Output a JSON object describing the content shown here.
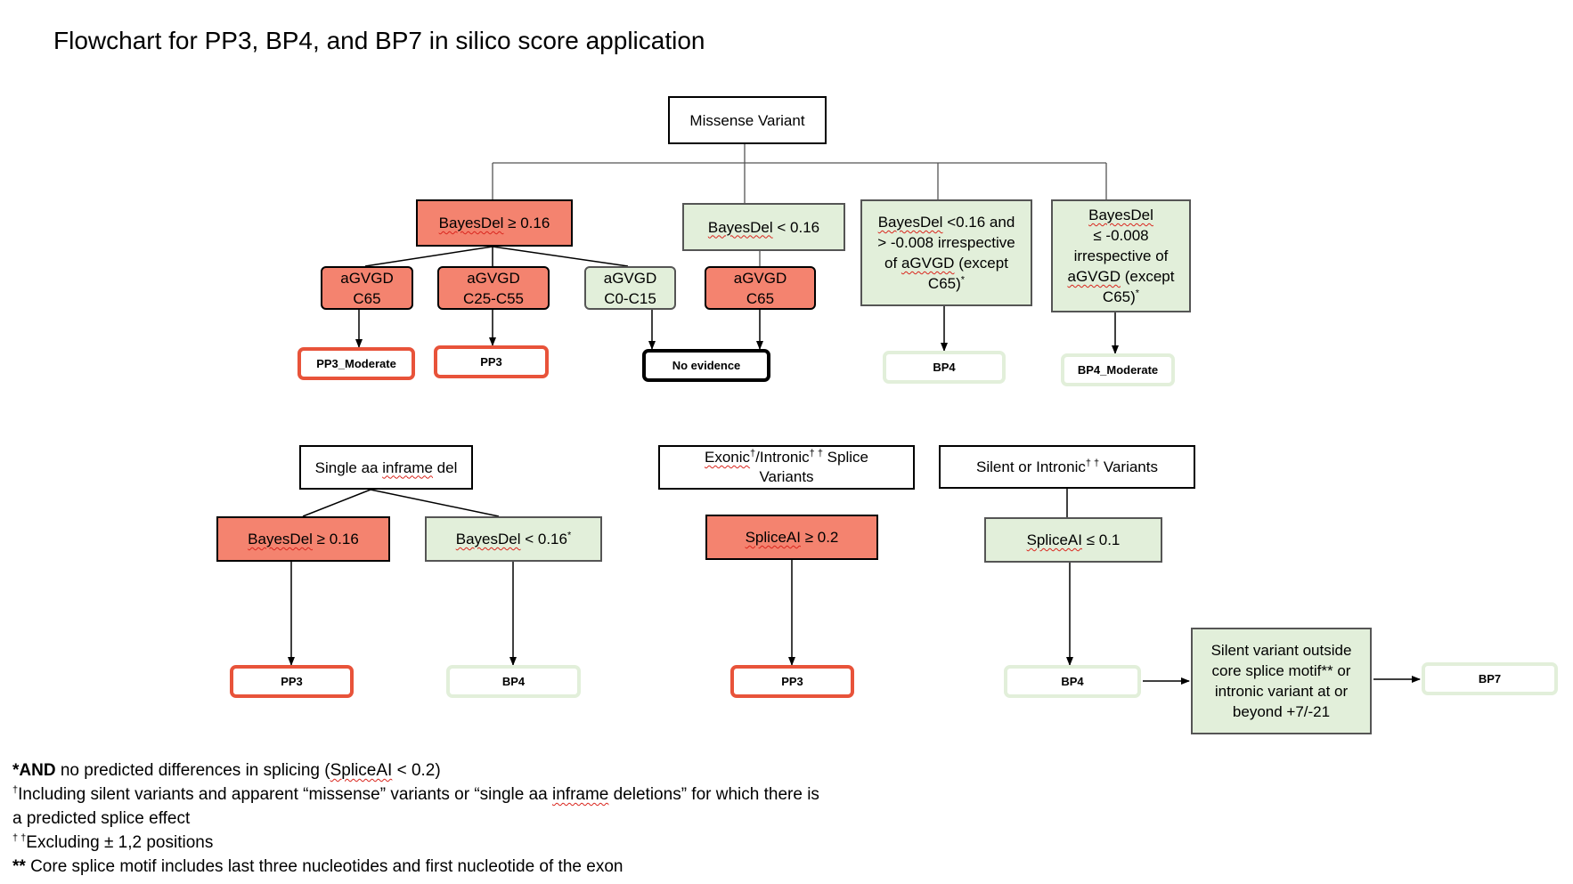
{
  "title": "Flowchart for PP3, BP4, and BP7 in silico score application",
  "missense": {
    "root": "Missense Variant",
    "bayesdel_high": {
      "pre": "",
      "sq": "BayesDel",
      "post": " ≥ 0.16"
    },
    "bayesdel_low": {
      "pre": "",
      "sq": "BayesDel",
      "post": " < 0.16"
    },
    "bp4_box": {
      "line1_sq": "BayesDel",
      "line1_post": " <0.16 and",
      "line2": "> -0.008 irrespective",
      "line3_pre": "of ",
      "line3_sq": "aGVGD",
      "line3_post": " (except",
      "line4": "C65)",
      "line4_sup": "*"
    },
    "bp4mod_box": {
      "line1_sq": "BayesDel",
      "line2": "≤ -0.008",
      "line3": "irrespective of",
      "line4_sq": "aGVGD",
      "line4_post": " (except",
      "line5": "C65)",
      "line5_sup": "*"
    },
    "agvgd_c65_a": {
      "line1": "aGVGD",
      "line2": "C65"
    },
    "agvgd_c25": {
      "line1": "aGVGD",
      "line2": "C25-C55"
    },
    "agvgd_c0": {
      "line1": "aGVGD",
      "line2": "C0-C15"
    },
    "agvgd_c65_b": {
      "line1": "aGVGD",
      "line2": "C65"
    },
    "out_pp3_moderate": "PP3_Moderate",
    "out_pp3": "PP3",
    "out_no_evidence": "No evidence",
    "out_bp4": "BP4",
    "out_bp4_moderate": "BP4_Moderate"
  },
  "inframe": {
    "root_pre": "Single aa ",
    "root_sq": "inframe",
    "root_post": " del",
    "bayesdel_high": {
      "sq": "BayesDel",
      "post": " ≥ 0.16"
    },
    "bayesdel_low": {
      "sq": "BayesDel",
      "post": " < 0.16",
      "sup": "*"
    },
    "out_pp3": "PP3",
    "out_bp4": "BP4"
  },
  "splice": {
    "root_sq": "Exonic",
    "root_sup1": "†",
    "root_mid": "/Intronic",
    "root_sup2": "† †",
    "root_post": " Splice",
    "root_line2": "Variants",
    "spliceai_high": {
      "sq": "SpliceAI",
      "post": " ≥ 0.2"
    },
    "out_pp3": "PP3"
  },
  "silent": {
    "root_pre": "Silent or Intronic",
    "root_sup": "† †",
    "root_post": " Variants",
    "spliceai_low": {
      "sq": "SpliceAI",
      "post": " ≤ 0.1"
    },
    "out_bp4": "BP4",
    "bp7_box": {
      "line1": "Silent variant outside",
      "line2": "core splice motif** or",
      "line3": "intronic variant at or",
      "line4": "beyond +7/-21"
    },
    "out_bp7": "BP7"
  },
  "footnotes": {
    "f1_bold": "*AND",
    "f1_pre": " no predicted differences in splicing (",
    "f1_sq": "SpliceAI",
    "f1_post": " < 0.2)",
    "f2_sup": "†",
    "f2_pre": "Including silent variants and apparent “missense” variants or “single aa ",
    "f2_sq": "inframe",
    "f2_post": " deletions” for which there is",
    "f2b": "a predicted splice effect",
    "f3_sup": "† †",
    "f3": "Excluding ± 1,2 positions",
    "f4_bold": "**",
    "f4": " Core splice motif includes last three nucleotides and first nucleotide of the exon"
  },
  "colors": {
    "red_fill": "#f4836f",
    "green_fill": "#e2efda",
    "red_border": "#e8533a"
  }
}
